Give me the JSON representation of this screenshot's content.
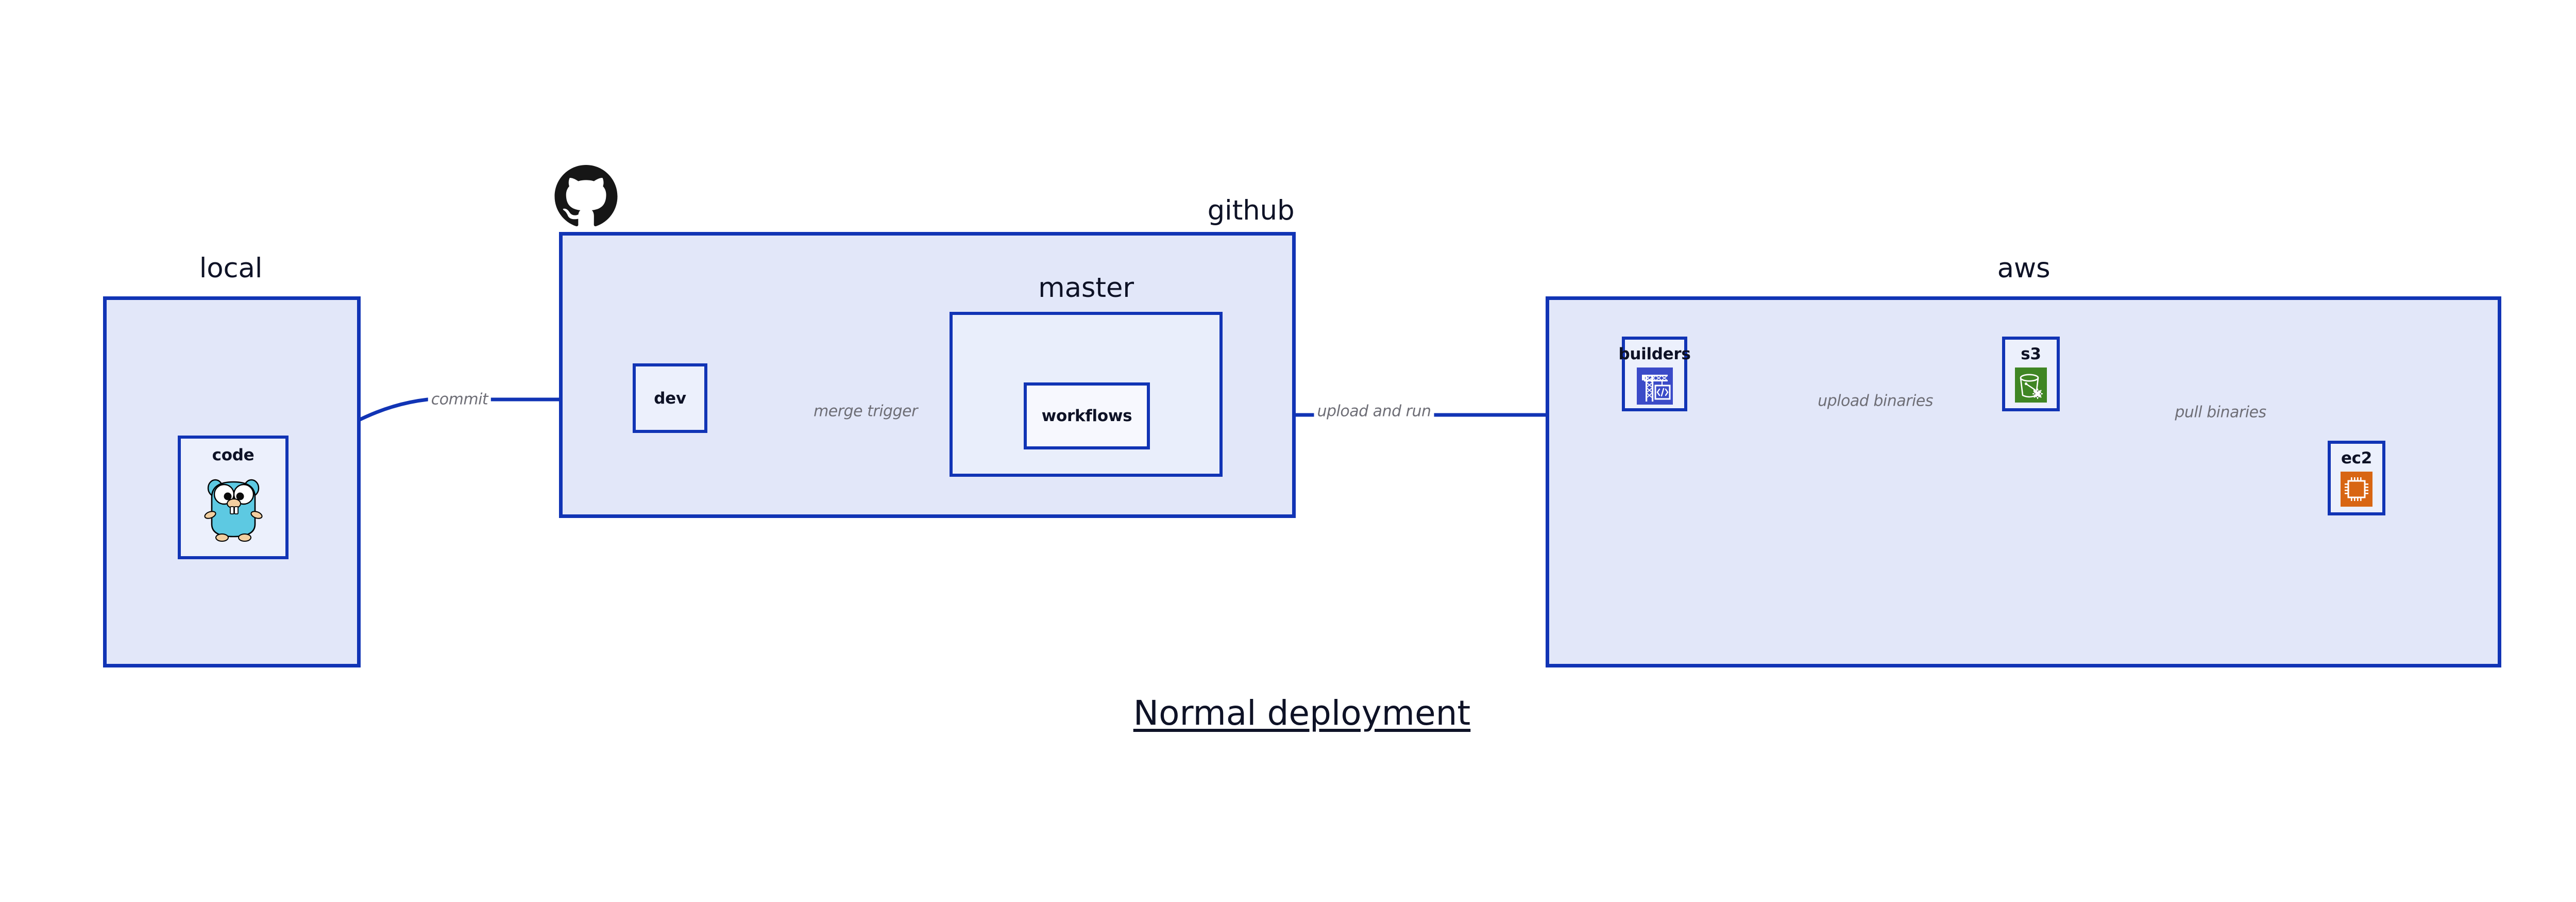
{
  "diagram": {
    "title": "Normal deployment",
    "background_color": "#ffffff",
    "accent_color": "#1134B5",
    "group_fill": "#E2E7F9",
    "node_fill": "#ECF0FC",
    "label_color": "#0E1226",
    "edge_label_color": "#6E6E76"
  },
  "groups": [
    {
      "id": "local",
      "label": "local"
    },
    {
      "id": "github",
      "label": "github"
    },
    {
      "id": "master",
      "label": "master"
    },
    {
      "id": "aws",
      "label": "aws"
    }
  ],
  "nodes": [
    {
      "id": "code",
      "label": "code",
      "icon": "go-gopher-icon"
    },
    {
      "id": "dev",
      "label": "dev",
      "icon": "none"
    },
    {
      "id": "workflows",
      "label": "workflows",
      "icon": "none"
    },
    {
      "id": "builders",
      "label": "builders",
      "icon": "aws-builders-crane-icon",
      "icon_color": "#3B4BC8"
    },
    {
      "id": "s3",
      "label": "s3",
      "icon": "aws-s3-bucket-icon",
      "icon_color": "#3F8624"
    },
    {
      "id": "ec2",
      "label": "ec2",
      "icon": "aws-ec2-chip-icon",
      "icon_color": "#D86613"
    }
  ],
  "edges": [
    {
      "id": "commit",
      "label": "commit",
      "from": "code",
      "to": "dev"
    },
    {
      "id": "merge-trigger",
      "label": "merge trigger",
      "from": "dev",
      "to": "workflows"
    },
    {
      "id": "upload-and-run",
      "label": "upload and run",
      "from": "workflows",
      "to": "builders"
    },
    {
      "id": "upload-binaries",
      "label": "upload binaries",
      "from": "builders",
      "to": "s3"
    },
    {
      "id": "pull-binaries",
      "label": "pull binaries",
      "from": "s3",
      "to": "ec2"
    }
  ],
  "logos": [
    {
      "id": "github-octocat",
      "name": "github-octocat-logo"
    }
  ]
}
